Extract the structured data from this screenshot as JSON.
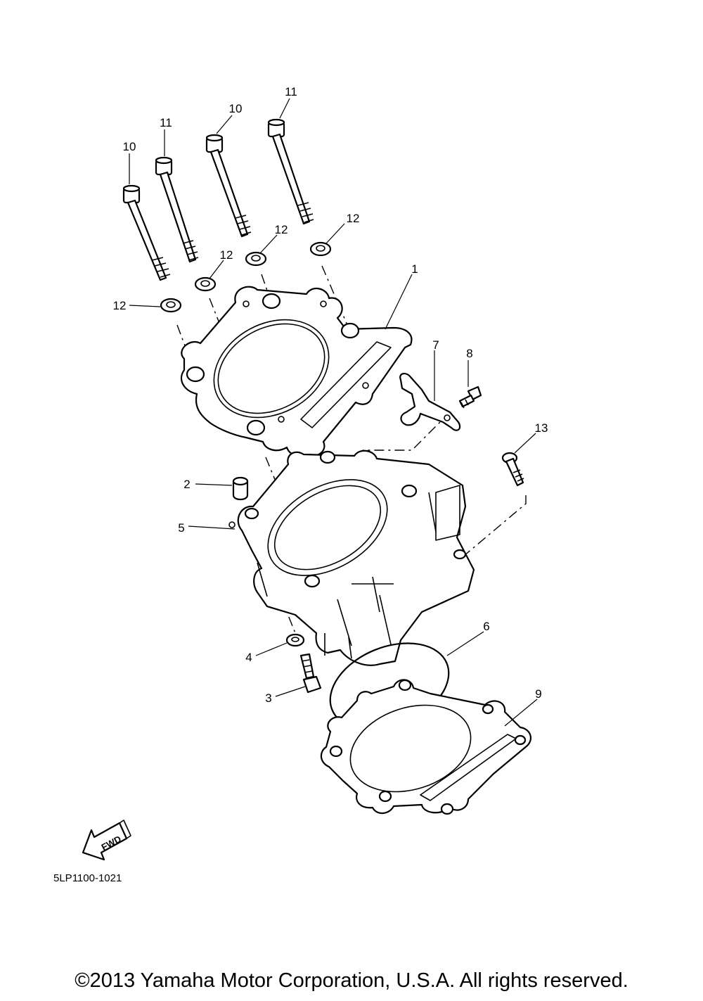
{
  "callouts": [
    {
      "id": "c10a",
      "text": "10"
    },
    {
      "id": "c11a",
      "text": "11"
    },
    {
      "id": "c10b",
      "text": "10"
    },
    {
      "id": "c11b",
      "text": "11"
    },
    {
      "id": "c12a",
      "text": "12"
    },
    {
      "id": "c12b",
      "text": "12"
    },
    {
      "id": "c12c",
      "text": "12"
    },
    {
      "id": "c12d",
      "text": "12"
    },
    {
      "id": "c1",
      "text": "1"
    },
    {
      "id": "c7",
      "text": "7"
    },
    {
      "id": "c8",
      "text": "8"
    },
    {
      "id": "c13",
      "text": "13"
    },
    {
      "id": "c2",
      "text": "2"
    },
    {
      "id": "c5",
      "text": "5"
    },
    {
      "id": "c6",
      "text": "6"
    },
    {
      "id": "c4",
      "text": "4"
    },
    {
      "id": "c3",
      "text": "3"
    },
    {
      "id": "c9",
      "text": "9"
    }
  ],
  "fwd_label": "FWD",
  "diagram_code": "5LP1100-1021",
  "copyright": "©2013 Yamaha Motor Corporation, U.S.A. All rights reserved."
}
